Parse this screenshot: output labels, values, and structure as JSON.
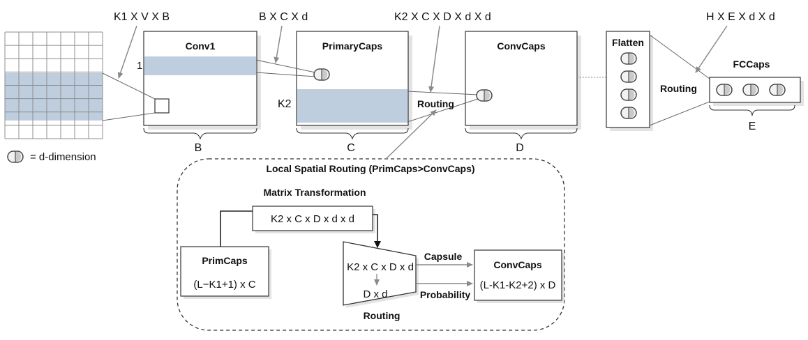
{
  "top": {
    "dim_k1vb": "K1 X V X B",
    "dim_bcd": "B X C X d",
    "dim_k2cdd": "K2 X C X D X d X d",
    "dim_hedd": "H X E X d X d",
    "conv1": "Conv1",
    "primarycaps": "PrimaryCaps",
    "convcaps": "ConvCaps",
    "flatten": "Flatten",
    "fccaps": "FCCaps",
    "routing_mid": "Routing",
    "routing_right": "Routing",
    "row_1": "1",
    "row_k2": "K2",
    "brace_b": "B",
    "brace_c": "C",
    "brace_d": "D",
    "brace_e": "E",
    "legend": "= d-dimension"
  },
  "inset": {
    "title": "Local Spatial Routing (PrimCaps>ConvCaps)",
    "matrix_title": "Matrix Transformation",
    "matrix_dims": "K2 x C x D x d x d",
    "primcaps_title": "PrimCaps",
    "primcaps_dims": "(L−K1+1) x C",
    "trap_top": "K2 x C x D x d",
    "trap_bottom": "D x d",
    "routing": "Routing",
    "capsule": "Capsule",
    "probability": "Probability",
    "convcaps_title": "ConvCaps",
    "convcaps_dims": "(L-K1-K2+2) x D"
  },
  "colors": {
    "shade": "#b8c9dc",
    "stroke": "#333333",
    "arrow": "#8a8a8a"
  },
  "icons": [
    "capsule-icon",
    "arrow-icon",
    "grid-icon",
    "brace-icon"
  ]
}
